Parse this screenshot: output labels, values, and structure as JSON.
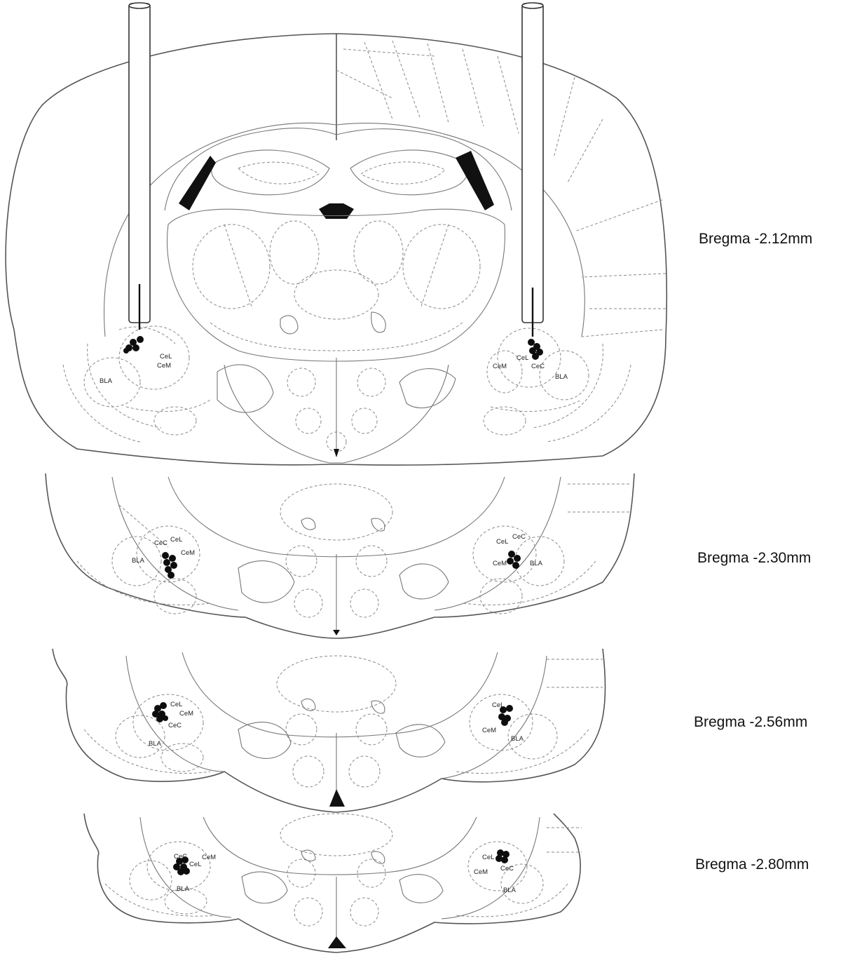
{
  "sections": [
    {
      "id": "s1",
      "label": "Bregma -2.12mm",
      "regions_left": [
        "CeL",
        "CeM",
        "BLA"
      ],
      "regions_right": [
        "CeM",
        "CeL",
        "CeC",
        "BLA"
      ]
    },
    {
      "id": "s2",
      "label": "Bregma -2.30mm",
      "regions_left": [
        "CeC",
        "CeL",
        "CeM",
        "BLA"
      ],
      "regions_right": [
        "CeL",
        "CeC",
        "CeM",
        "BLA"
      ]
    },
    {
      "id": "s3",
      "label": "Bregma -2.56mm",
      "regions_left": [
        "CeL",
        "CeM",
        "CeC",
        "BLA"
      ],
      "regions_right": [
        "CeL",
        "CeM",
        "BLA"
      ]
    },
    {
      "id": "s4",
      "label": "Bregma -2.80mm",
      "regions_left": [
        "CeC",
        "CeM",
        "CeL",
        "BLA"
      ],
      "regions_right": [
        "CeL",
        "CeM",
        "CeC",
        "BLA"
      ]
    }
  ],
  "colors": {
    "outline": "#555555",
    "marker": "#0d0d0d"
  }
}
